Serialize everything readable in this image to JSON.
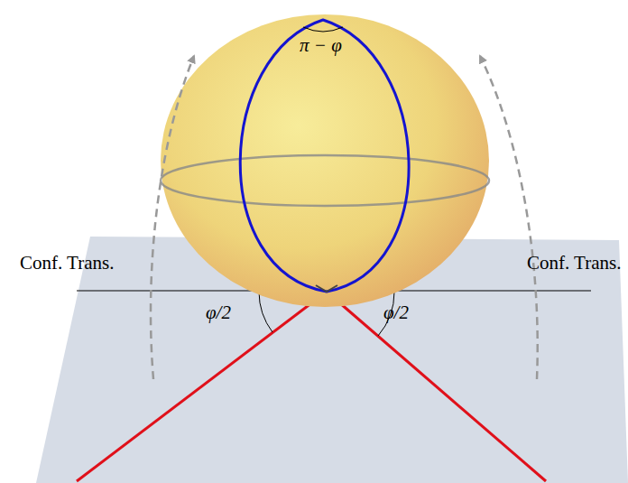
{
  "diagram": {
    "labels": [
      "π − φ",
      "φ/2",
      "φ/2",
      "Conf. Trans.",
      "Conf. Trans."
    ]
  }
}
